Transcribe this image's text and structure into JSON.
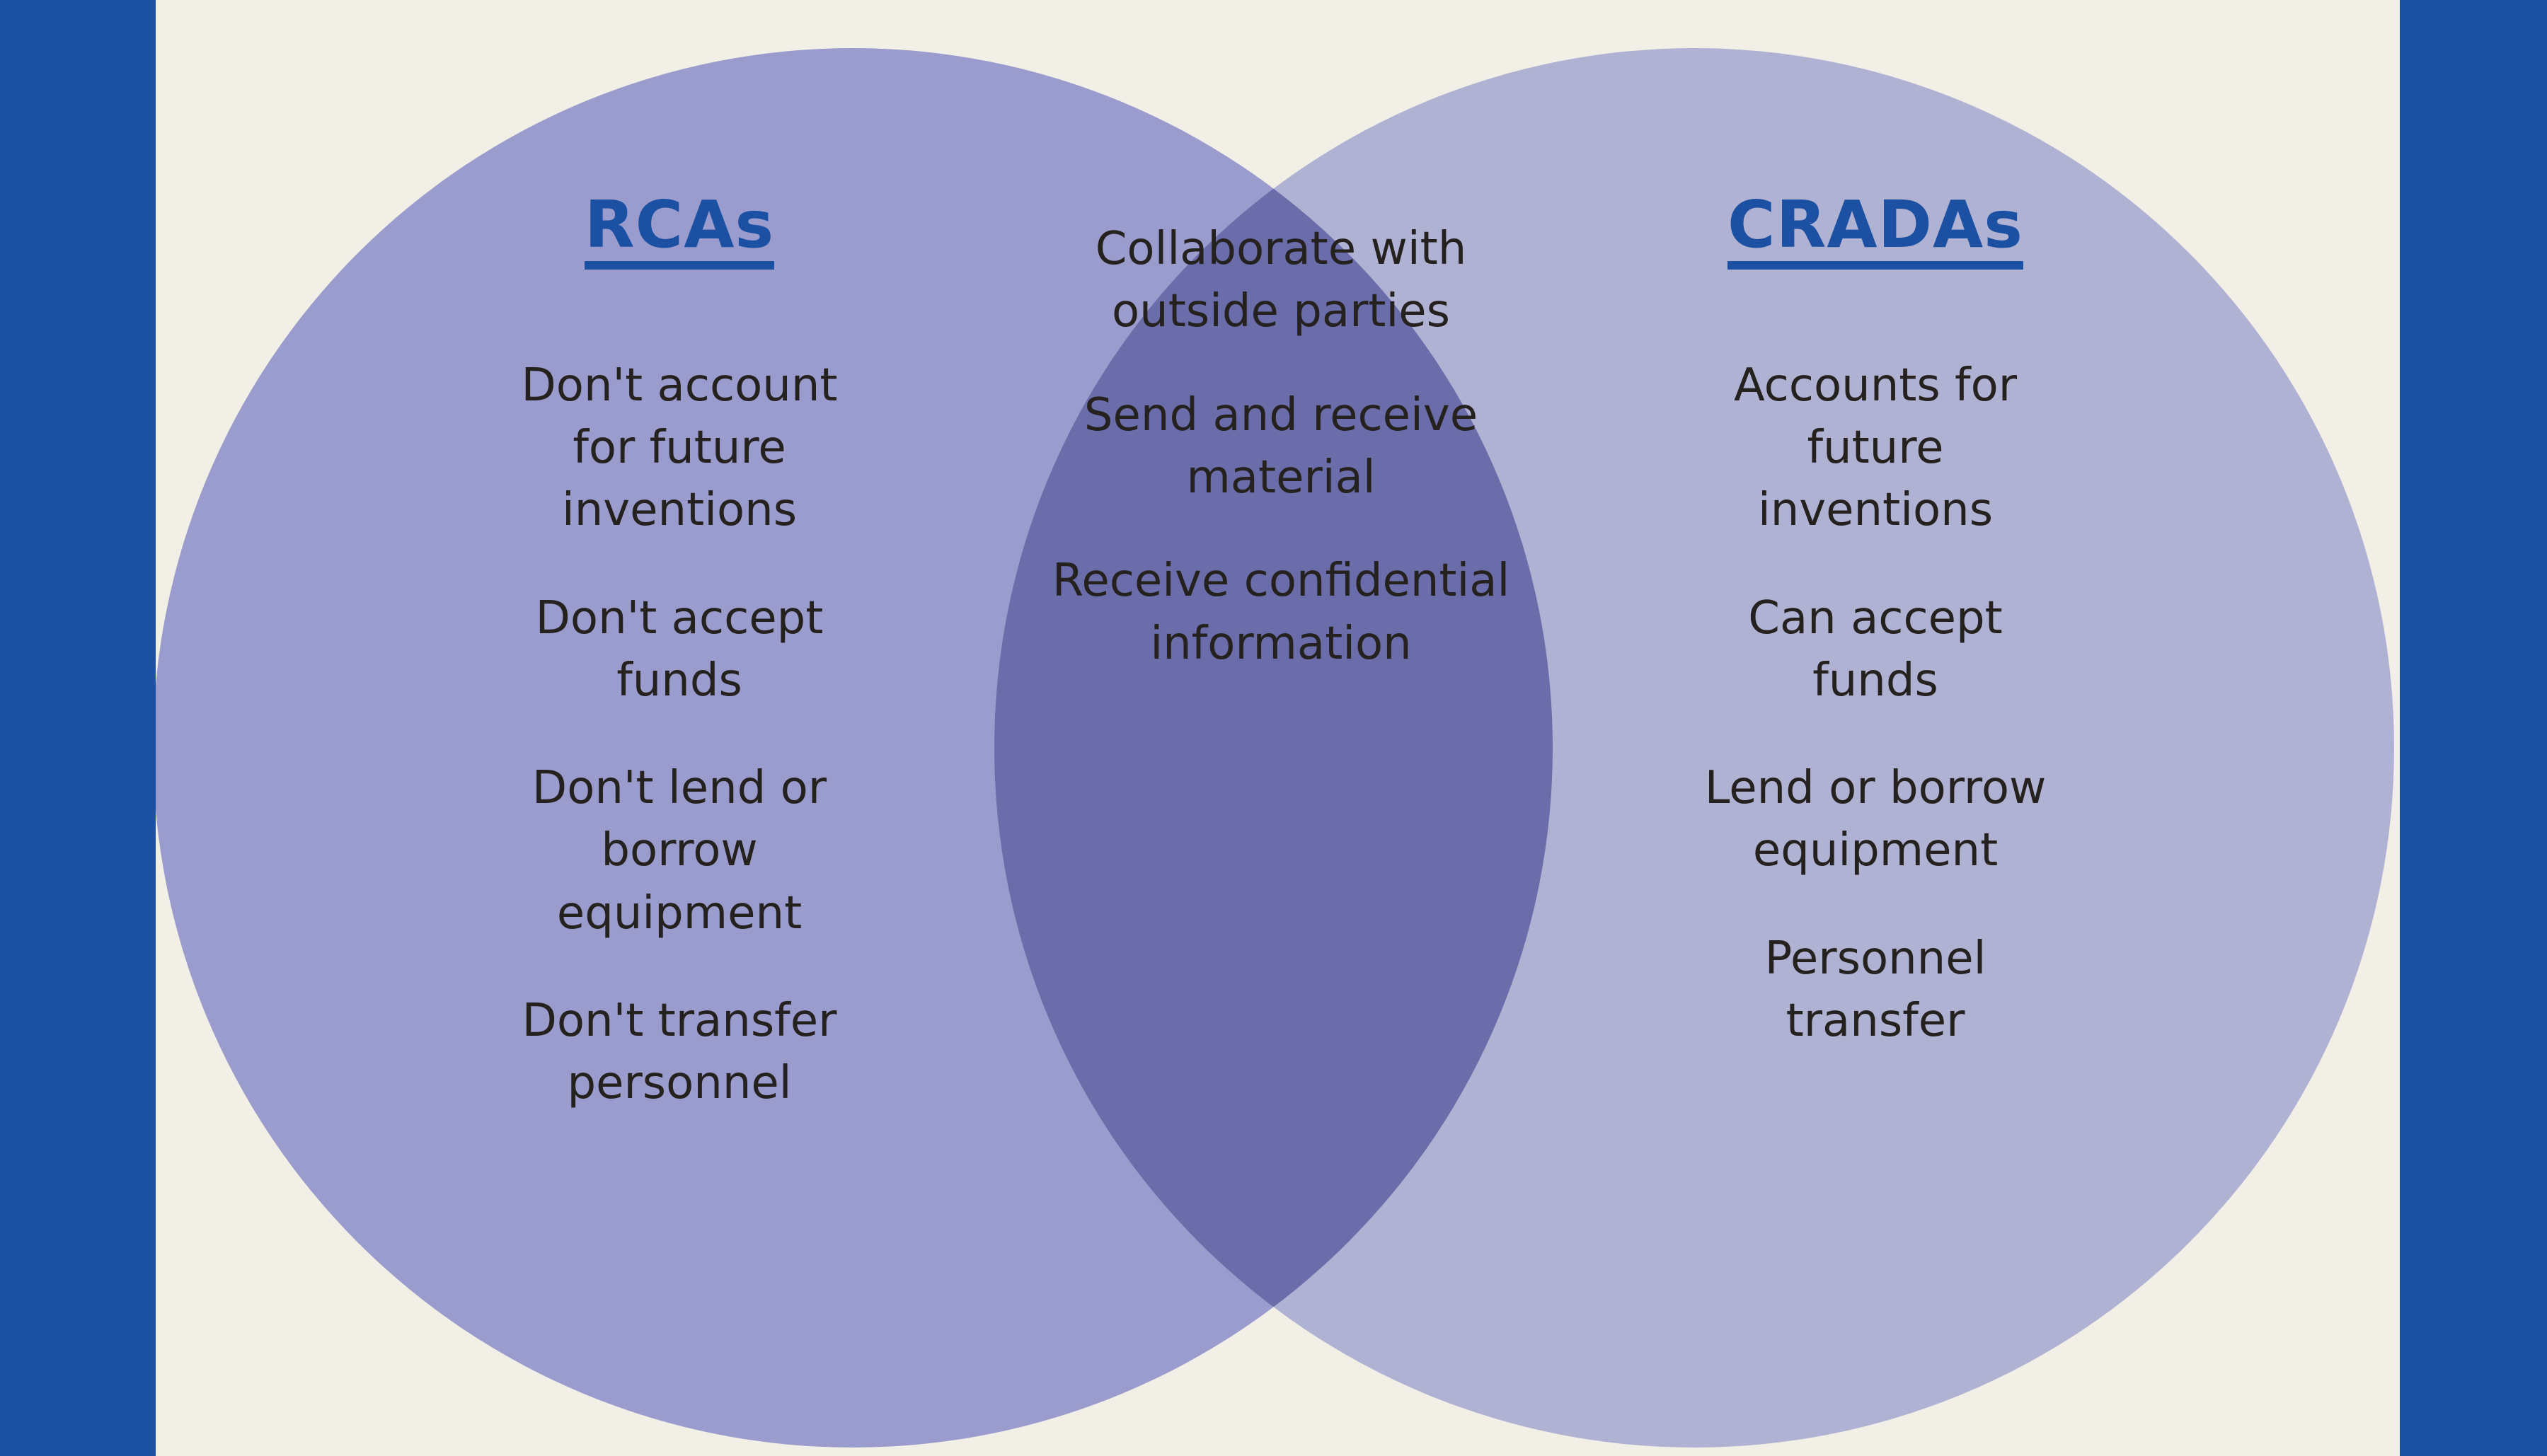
{
  "diagram": {
    "type": "venn",
    "colors": {
      "background": "#f2efe6",
      "edge_bar": "#1b50a3",
      "left_circle": "#9a9ccd",
      "right_circle": "#b0b2d3",
      "overlap": "#7e85bd",
      "title_blue": "#1b50a3",
      "body_text": "#24211f"
    },
    "left": {
      "title": "RCAs",
      "items": [
        "Don't account for future inventions",
        "Don't accept funds",
        "Don't lend or borrow equipment",
        "Don't transfer personnel"
      ]
    },
    "center": {
      "title": "",
      "items": [
        "Collaborate with outside parties",
        "Send and receive material",
        "Receive confidential information"
      ]
    },
    "right": {
      "title": "CRADAs",
      "items": [
        "Accounts for future inventions",
        "Can accept funds",
        "Lend or borrow equipment",
        "Personnel transfer"
      ]
    }
  }
}
